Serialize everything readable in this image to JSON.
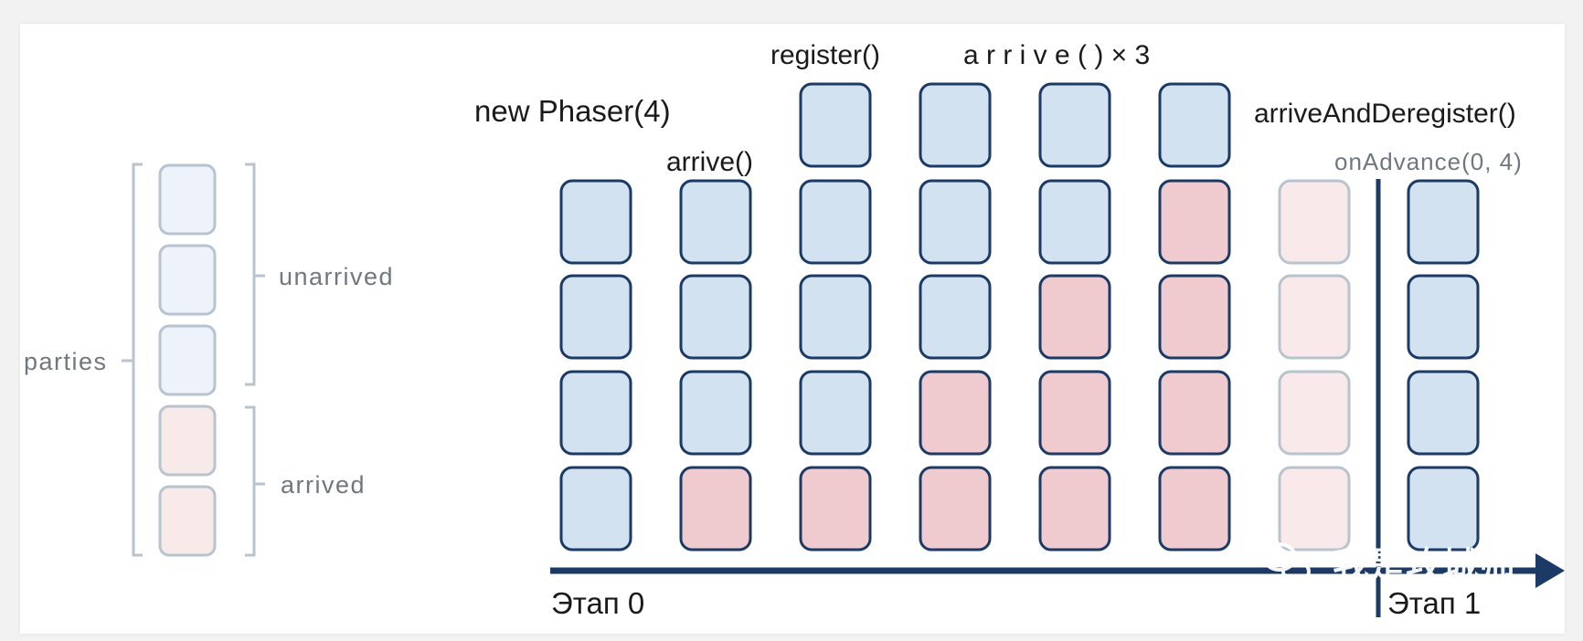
{
  "legend": {
    "parties_label": "parties",
    "unarrived_label": "unarrived",
    "arrived_label": "arrived",
    "unarrived_count": 3,
    "arrived_count": 2
  },
  "steps": [
    {
      "label": "new Phaser(4)",
      "extra": 0,
      "main": [
        "u",
        "u",
        "u",
        "u"
      ]
    },
    {
      "label": "arrive()",
      "extra": 0,
      "main": [
        "u",
        "u",
        "u",
        "a"
      ]
    },
    {
      "label": "",
      "extra": 1,
      "main": [
        "u",
        "u",
        "u",
        "a"
      ]
    },
    {
      "label": "",
      "extra": 1,
      "main": [
        "u",
        "u",
        "a",
        "a"
      ]
    },
    {
      "label": "",
      "extra": 1,
      "main": [
        "u",
        "a",
        "a",
        "a"
      ]
    },
    {
      "label": "",
      "extra": 1,
      "main": [
        "a",
        "a",
        "a",
        "a"
      ]
    },
    {
      "label": "",
      "extra": 0,
      "main": [
        "f",
        "f",
        "f",
        "f"
      ]
    },
    {
      "label": "",
      "extra": 0,
      "main": [
        "u",
        "u",
        "u",
        "u"
      ]
    }
  ],
  "annotations": {
    "register": "register()",
    "arrive_x3": "a r r i v e ( ) × 3",
    "deregister": "arriveAndDeregister()",
    "on_advance": "onAdvance(0, 4)"
  },
  "axis": {
    "phase0": "Этап 0",
    "phase1": "Этап 1"
  },
  "watermark": "我是攻城师",
  "colors": {
    "unarrived_fill": "#d3e2f1",
    "arrived_fill": "#efcbcf",
    "faded_fill": "#f9e9ea",
    "box_stroke": "#1b3a66",
    "faded_stroke": "#b8c3d0",
    "axis": "#1b3a66",
    "legend_unarrived_fill": "#eef2fb",
    "legend_arrived_fill": "#f9eaea",
    "legend_stroke": "#b8c3d0"
  }
}
